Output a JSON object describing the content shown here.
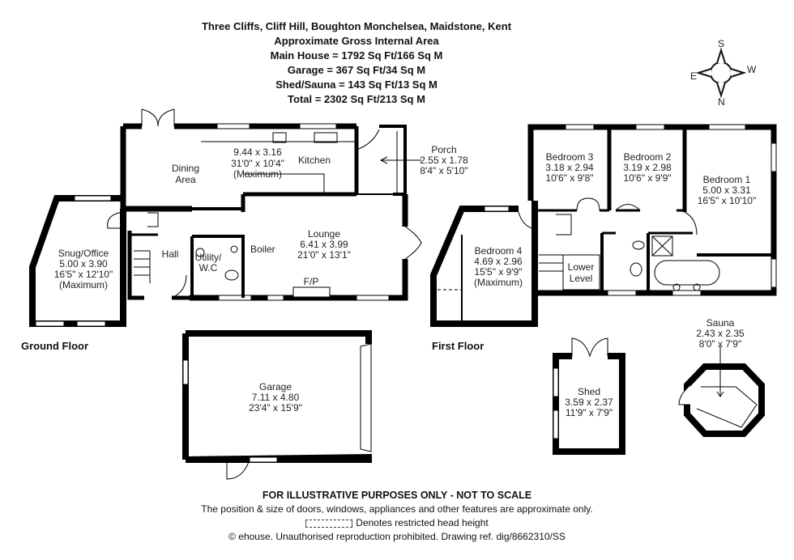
{
  "header": {
    "address": "Three Cliffs, Cliff Hill, Boughton Monchelsea, Maidstone, Kent",
    "subtitle": "Approximate Gross Internal Area",
    "main_house": "Main House = 1792 Sq Ft/166 Sq M",
    "garage": "Garage = 367 Sq Ft/34 Sq M",
    "shed_sauna": "Shed/Sauna = 143 Sq Ft/13 Sq M",
    "total": "Total = 2302 Sq Ft/213 Sq M"
  },
  "compass": {
    "n": "N",
    "s": "S",
    "e": "E",
    "w": "W"
  },
  "floors": {
    "ground": "Ground Floor",
    "first": "First Floor"
  },
  "rooms": {
    "dining": {
      "name1": "Dining",
      "name2": "Area"
    },
    "kitchen": {
      "name": "Kitchen",
      "metric": "9.44 x 3.16",
      "imperial": "31'0\" x 10'4\"",
      "note": "(Maximum)"
    },
    "porch": {
      "name": "Porch",
      "metric": "2.55 x 1.78",
      "imperial": "8'4\" x 5'10\""
    },
    "snug": {
      "name": "Snug/Office",
      "metric": "5.00 x 3.90",
      "imperial": "16'5\" x 12'10\"",
      "note": "(Maximum)"
    },
    "hall": {
      "name": "Hall"
    },
    "utility": {
      "name1": "Utility/",
      "name2": "W.C"
    },
    "boiler": {
      "name": "Boiler"
    },
    "lounge": {
      "name": "Lounge",
      "metric": "6.41 x 3.99",
      "imperial": "21'0\" x 13'1\"",
      "fp": "F/P"
    },
    "garage": {
      "name": "Garage",
      "metric": "7.11 x 4.80",
      "imperial": "23'4\" x 15'9\""
    },
    "bedroom3": {
      "name": "Bedroom 3",
      "metric": "3.18 x 2.94",
      "imperial": "10'6\" x 9'8\""
    },
    "bedroom2": {
      "name": "Bedroom 2",
      "metric": "3.19 x 2.98",
      "imperial": "10'6\" x 9'9\""
    },
    "bedroom1": {
      "name": "Bedroom 1",
      "metric": "5.00 x 3.31",
      "imperial": "16'5\" x 10'10\""
    },
    "bedroom4": {
      "name": "Bedroom 4",
      "metric": "4.69 x 2.96",
      "imperial": "15'5\" x 9'9\"",
      "note": "(Maximum)"
    },
    "lower": {
      "name1": "Lower",
      "name2": "Level"
    },
    "shed": {
      "name": "Shed",
      "metric": "3.59 x 2.37",
      "imperial": "11'9\" x 7'9\""
    },
    "sauna": {
      "name": "Sauna",
      "metric": "2.43 x 2.35",
      "imperial": "8'0\" x 7'9\""
    }
  },
  "footer": {
    "disclaimer": "FOR ILLUSTRATIVE PURPOSES ONLY - NOT TO SCALE",
    "note": "The position & size of doors, windows, appliances and other features are approximate only.",
    "legend": "Denotes restricted head height",
    "copyright": "© ehouse. Unauthorised reproduction prohibited. Drawing ref. dig/8662310/SS"
  }
}
